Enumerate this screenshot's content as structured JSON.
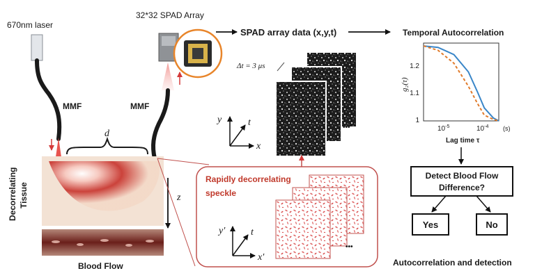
{
  "left": {
    "laser_label": "670nm laser",
    "mmf_left": "MMF",
    "mmf_right": "MMF",
    "separation_label": "d",
    "depth_label": "z",
    "tissue_label_line1": "Decorrelating",
    "tissue_label_line2": "Tissue",
    "blood_flow_label": "Blood Flow"
  },
  "detector": {
    "spad_label": "32*32 SPAD Array",
    "data_label": "SPAD array data (x,y,t)",
    "dt_label": "Δt = 3 μs",
    "axis_y": "y",
    "axis_t": "t",
    "axis_x": "x",
    "ellipsis": "•••"
  },
  "speckle": {
    "title_line1": "Rapidly decorrelating",
    "title_line2": "speckle",
    "axis_y": "y′",
    "axis_t": "t",
    "axis_x": "x′",
    "ellipsis": "•••"
  },
  "autocorrelation": {
    "title": "Temporal  Autocorrelation",
    "ylabel": "g₂(τ)",
    "xlabel": "Lag time τ",
    "unit": "(s)",
    "yticks": [
      "1.2",
      "1.1",
      "1"
    ],
    "xtick_1": "10",
    "xtick_1_exp": "-5",
    "xtick_2": "10",
    "xtick_2_exp": "-4"
  },
  "flow": {
    "question_line1": "Detect Blood Flow",
    "question_line2": "Difference?",
    "yes": "Yes",
    "no": "No",
    "footer": "Autocorrelation and detection"
  },
  "chart_data": {
    "type": "line",
    "title": "Temporal  Autocorrelation",
    "xlabel": "Lag time τ",
    "ylabel": "g₂(τ)",
    "x_scale": "log",
    "xlim": [
      1e-06,
      0.0003
    ],
    "ylim": [
      1.0,
      1.27
    ],
    "series": [
      {
        "style": "solid",
        "color": "#3a86c8",
        "x": [
          1e-06,
          3e-06,
          1e-05,
          3e-05,
          6e-05,
          0.0001,
          0.0002,
          0.0003
        ],
        "y": [
          1.26,
          1.255,
          1.23,
          1.17,
          1.1,
          1.045,
          1.01,
          1.0
        ]
      },
      {
        "style": "dashed",
        "color": "#e07a2a",
        "x": [
          1e-06,
          3e-06,
          1e-05,
          3e-05,
          6e-05,
          0.0001,
          0.0002,
          0.0003
        ],
        "y": [
          1.26,
          1.245,
          1.2,
          1.12,
          1.06,
          1.02,
          1.005,
          1.0
        ]
      }
    ]
  }
}
